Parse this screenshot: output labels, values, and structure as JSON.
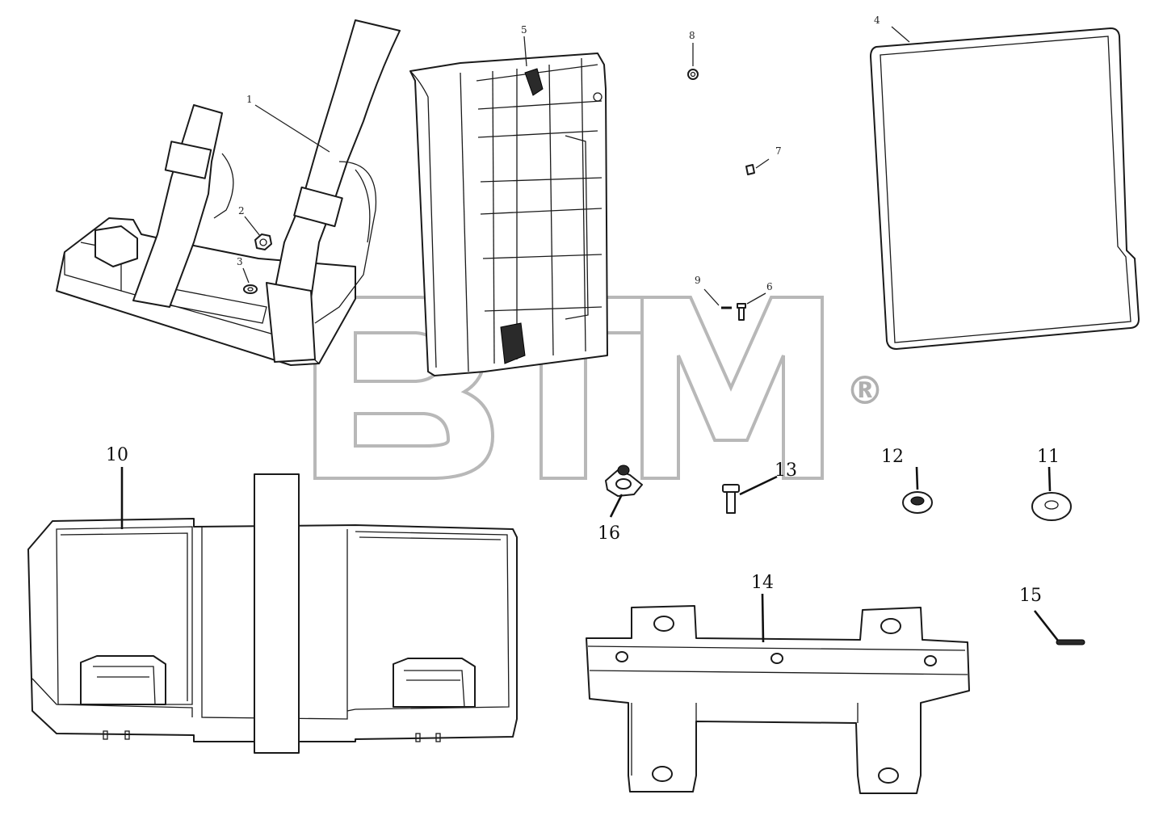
{
  "diagram": {
    "labels": {
      "p1": "1",
      "p2": "2",
      "p3": "3",
      "p4": "4",
      "p5": "5",
      "p6": "6",
      "p7": "7",
      "p8": "8",
      "p9": "9",
      "p10": "10",
      "p11": "11",
      "p12": "12",
      "p13": "13",
      "p14": "14",
      "p15": "15",
      "p16": "16"
    },
    "watermark": {
      "text": "BTM",
      "registered": "®",
      "color": "#b8b8b8"
    }
  }
}
